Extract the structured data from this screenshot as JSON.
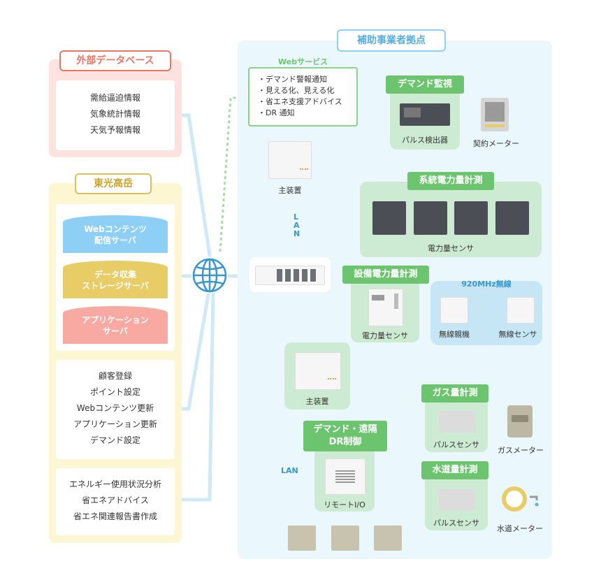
{
  "external_db": {
    "title": "外部データベース",
    "items": [
      "需給逼迫情報",
      "気象統計情報",
      "天気予報情報"
    ]
  },
  "tohko": {
    "title": "東光高岳",
    "servers": [
      {
        "label": "Webコンテンツ\n配信サーバ",
        "color": "#8dcff5"
      },
      {
        "label": "データ収集\nストレージサーバ",
        "color": "#e8cc66"
      },
      {
        "label": "アプリケーション\nサーバ",
        "color": "#f8a9a2"
      }
    ],
    "tasks": [
      "顧客登録",
      "ポイント設定",
      "Webコンテンツ更新",
      "アプリケーション更新",
      "デマンド設定"
    ],
    "analysis": [
      "エネルギー使用状況分析",
      "省エネアドバイス",
      "省エネ関連報告書作成"
    ]
  },
  "site": {
    "title": "補助事業者拠点",
    "web_service": {
      "title": "Webサービス",
      "items": [
        "・デマンド警報通知",
        "・見える化、見える化",
        "・省エネ支援アドバイス",
        "・DR 通知"
      ]
    },
    "demand_monitor": {
      "title": "デマンド監視",
      "device": "パルス検出器",
      "meter": "契約メーター"
    },
    "main_unit_top": "主装置",
    "lan_vertical": "LAN",
    "system_power": {
      "title": "系統電力量計測",
      "device": "電力量センサ"
    },
    "equipment_power": {
      "title": "設備電力量計測",
      "device": "電力量センサ"
    },
    "wireless": {
      "title": "920MHz無線",
      "parent": "無線親機",
      "sensor": "無線センサ"
    },
    "main_unit_bottom": "主装置",
    "gas": {
      "title": "ガス量計測",
      "device": "パルスセンサ",
      "meter": "ガスメーター"
    },
    "water": {
      "title": "水道量計測",
      "device": "パルスセンサ",
      "meter": "水道メーター"
    },
    "dr": {
      "title": "デマンド・遠隔\nDR制御",
      "device": "リモートI/O"
    },
    "lan_bottom": "LAN"
  },
  "colors": {
    "line": "#cfe9f7",
    "green": "#6cc56e",
    "pink_title": "#e87766",
    "yellow_title": "#c8a42a",
    "blue_title": "#5aaee0"
  }
}
